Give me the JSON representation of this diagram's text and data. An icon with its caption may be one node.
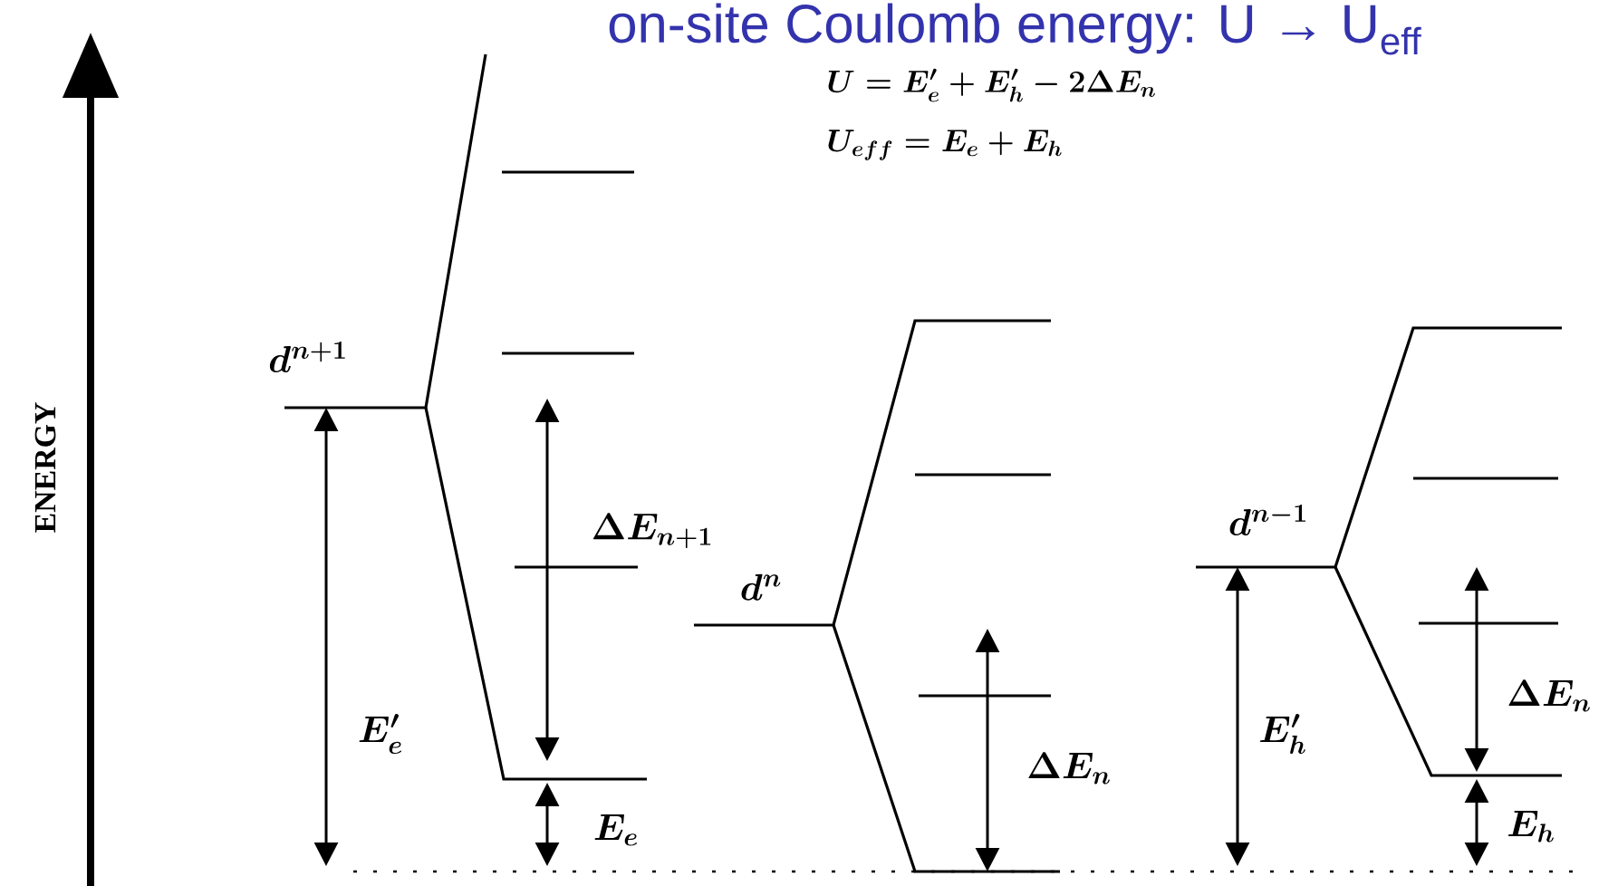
{
  "diagram": {
    "title": "on-site Coulomb energy: U → U$_{eff}$",
    "labels": [
      "ENERGY",
      "U = E'_e + E'_h - 2\\Delta E_n",
      "U_{eff} = E_e + E_h",
      "d^{n+1}",
      "E'_e",
      "\\Delta E_{n+1}",
      "E_e",
      "d^{n}",
      "\\Delta E_n",
      "d^{n-1}",
      "E'_h",
      "\\Delta E_n",
      "E_h"
    ]
  }
}
